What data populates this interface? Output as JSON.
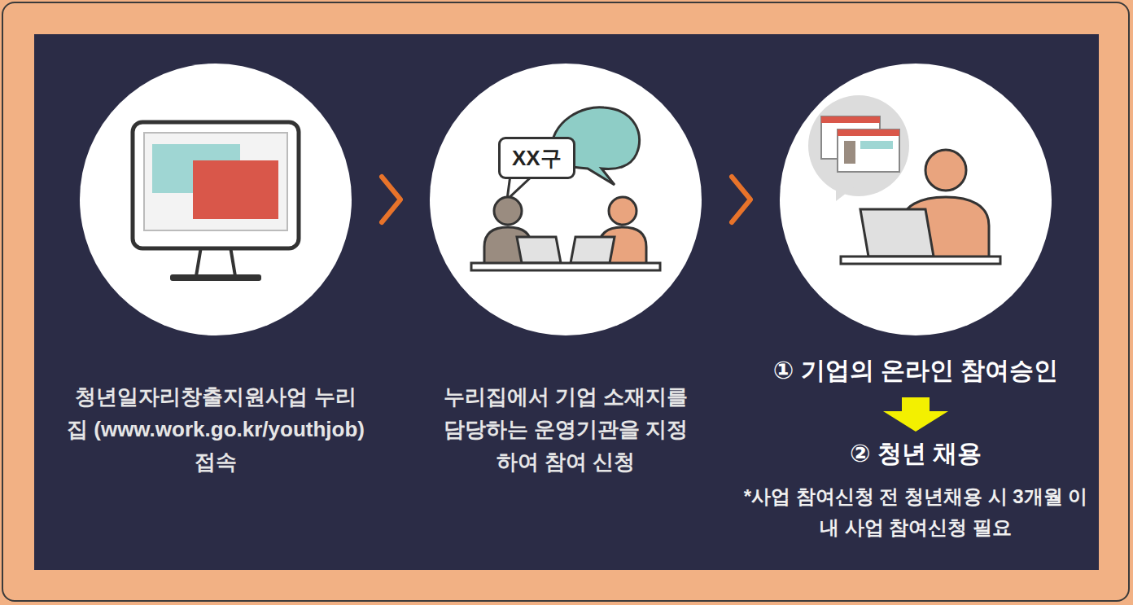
{
  "diagram": {
    "nodes": [
      {
        "text": [
          "청년일자리창출지원사업 누리집 (www.work.go.kr/youthjob) 접속"
        ]
      },
      {
        "text": [
          "누리집에서 기업 소재지를 담당하는 운영기관을 지정하여 참여 신청"
        ]
      },
      {
        "text": [
          "XX구"
        ],
        "in": 1
      },
      {
        "text": [
          "① 기업의 온라인 참여승인",
          "② 청년 채용",
          "*사업 참여신청 전 청년채용 시 3개월 이내 사업 참여신청 필요"
        ]
      }
    ],
    "edges": [
      {
        "from": 0,
        "to": 1,
        "arrow": "to"
      },
      {
        "from": 1,
        "to": 3,
        "arrow": "to"
      }
    ]
  }
}
